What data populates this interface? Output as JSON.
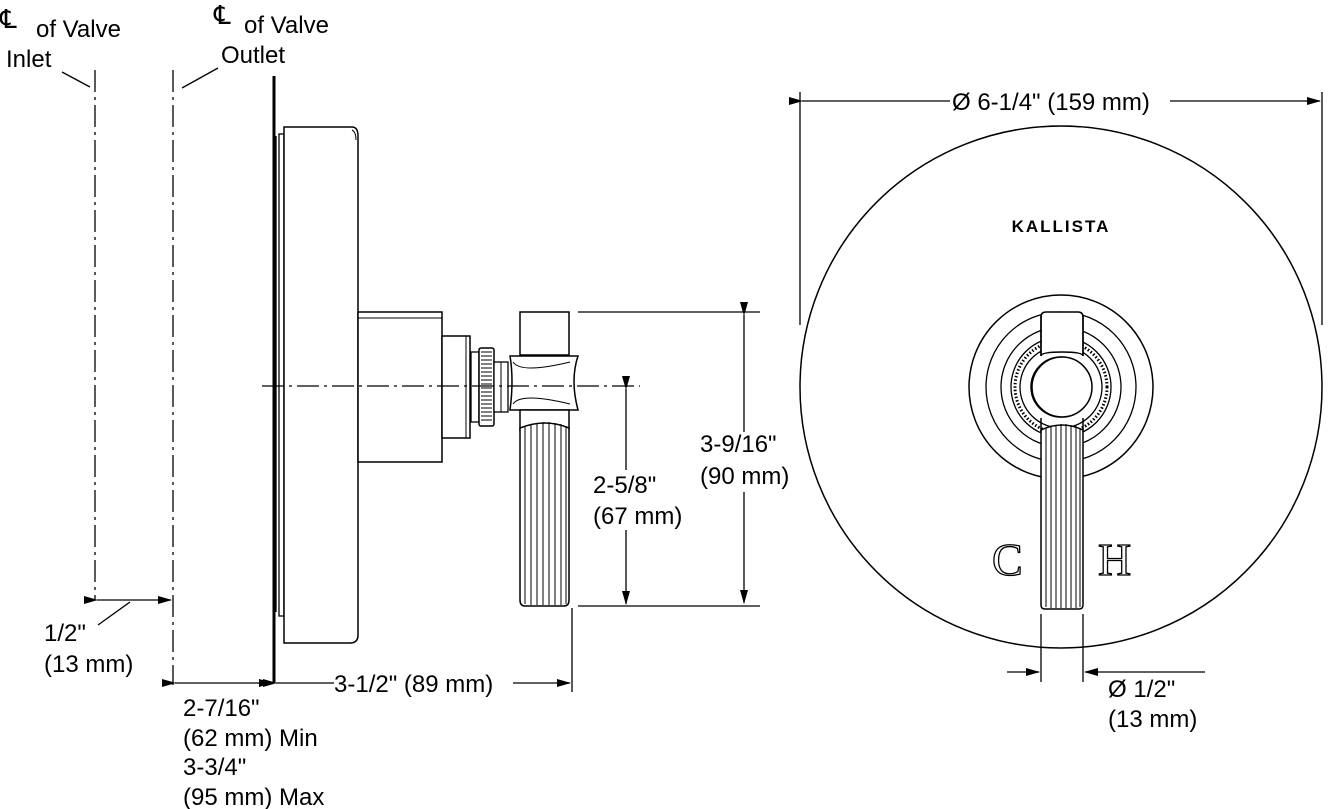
{
  "centerline": {
    "symbol": "℄",
    "inlet_line1": "of Valve",
    "inlet_line2": "Inlet",
    "outlet_line1": "of Valve",
    "outlet_line2": "Outlet"
  },
  "dimensions": {
    "offset_line1": "1/2\"",
    "offset_line2": "(13 mm)",
    "wall_min_line1": "2-7/16\"",
    "wall_min_line2": "(62 mm) Min",
    "wall_max_line1": "3-3/4\"",
    "wall_max_line2": "(95 mm) Max",
    "projection": "3-1/2\" (89 mm)",
    "handle_drop_line1": "2-5/8\"",
    "handle_drop_line2": "(67 mm)",
    "handle_height_line1": "3-9/16\"",
    "handle_height_line2": "(90 mm)",
    "plate_diameter": "Ø 6-1/4\" (159 mm)",
    "handle_diameter_line1": "Ø 1/2\"",
    "handle_diameter_line2": "(13 mm)"
  },
  "faceplate": {
    "brand": "KALLISTA",
    "cold_mark": "C",
    "hot_mark": "H"
  }
}
